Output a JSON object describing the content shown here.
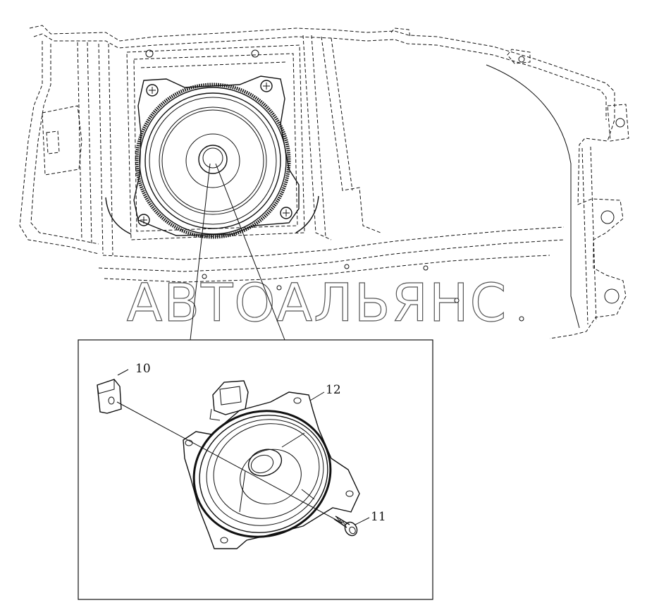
{
  "watermark": "АВТОАЛЬЯНС",
  "callouts": {
    "part_10": "10",
    "part_11": "11",
    "part_12": "12"
  },
  "colors": {
    "line": "#111111",
    "background": "#ffffff",
    "watermark_outline": "#555555"
  }
}
